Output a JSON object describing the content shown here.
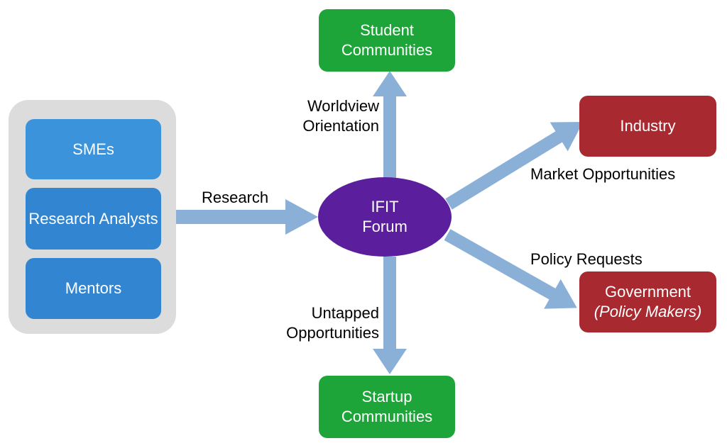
{
  "group": {
    "items": [
      "SMEs",
      "Research Analysts",
      "Mentors"
    ]
  },
  "center": {
    "line1": "IFIT",
    "line2": "Forum"
  },
  "nodes": {
    "student": {
      "line1": "Student",
      "line2": "Communities"
    },
    "startup": {
      "line1": "Startup",
      "line2": "Communities"
    },
    "industry": {
      "label": "Industry"
    },
    "government": {
      "line1": "Government",
      "line2": "(Policy Makers)"
    }
  },
  "edges": {
    "research": "Research",
    "worldview": {
      "line1": "Worldview",
      "line2": "Orientation"
    },
    "untapped": {
      "line1": "Untapped",
      "line2": "Opportunities"
    },
    "market": "Market Opportunities",
    "policy": "Policy Requests"
  },
  "colors": {
    "arrow": "#8ab0d8",
    "group_bg": "#dcdcdc",
    "blue_box": "#3285d1",
    "green_box": "#1ea53a",
    "red_box": "#a8292f",
    "center": "#5b1e9c"
  }
}
